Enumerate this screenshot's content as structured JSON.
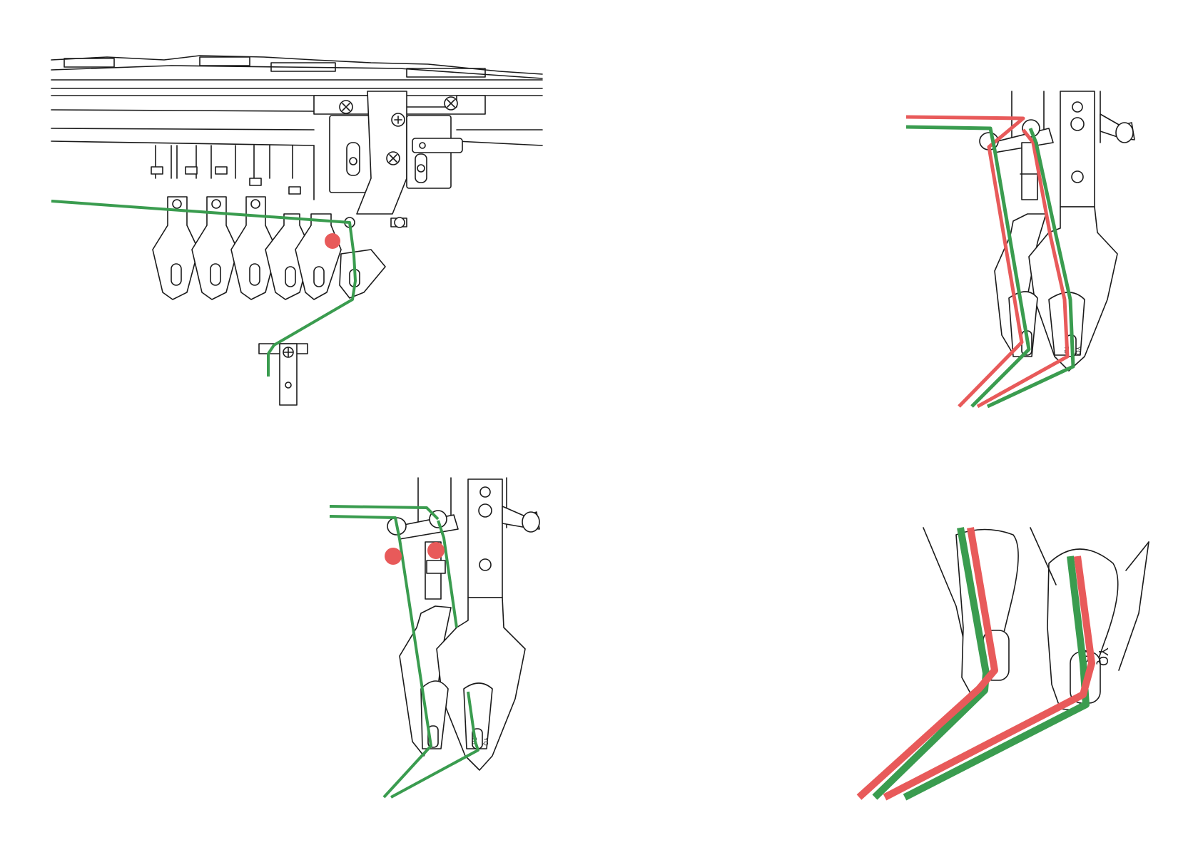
{
  "colors": {
    "thread_green": "#3a9c4f",
    "thread_red": "#e85a5a",
    "marker_red": "#e85a5a",
    "ink": "#1a1a1a",
    "background": "#ffffff"
  },
  "panels": [
    {
      "id": "overview",
      "caption": ""
    },
    {
      "id": "two-needles-red-green",
      "caption": ""
    },
    {
      "id": "two-needles-markers",
      "caption": ""
    },
    {
      "id": "needle-eyes-closeup",
      "caption": ""
    }
  ],
  "needle_markings": {
    "top": "7B",
    "bottom": "YQ"
  }
}
